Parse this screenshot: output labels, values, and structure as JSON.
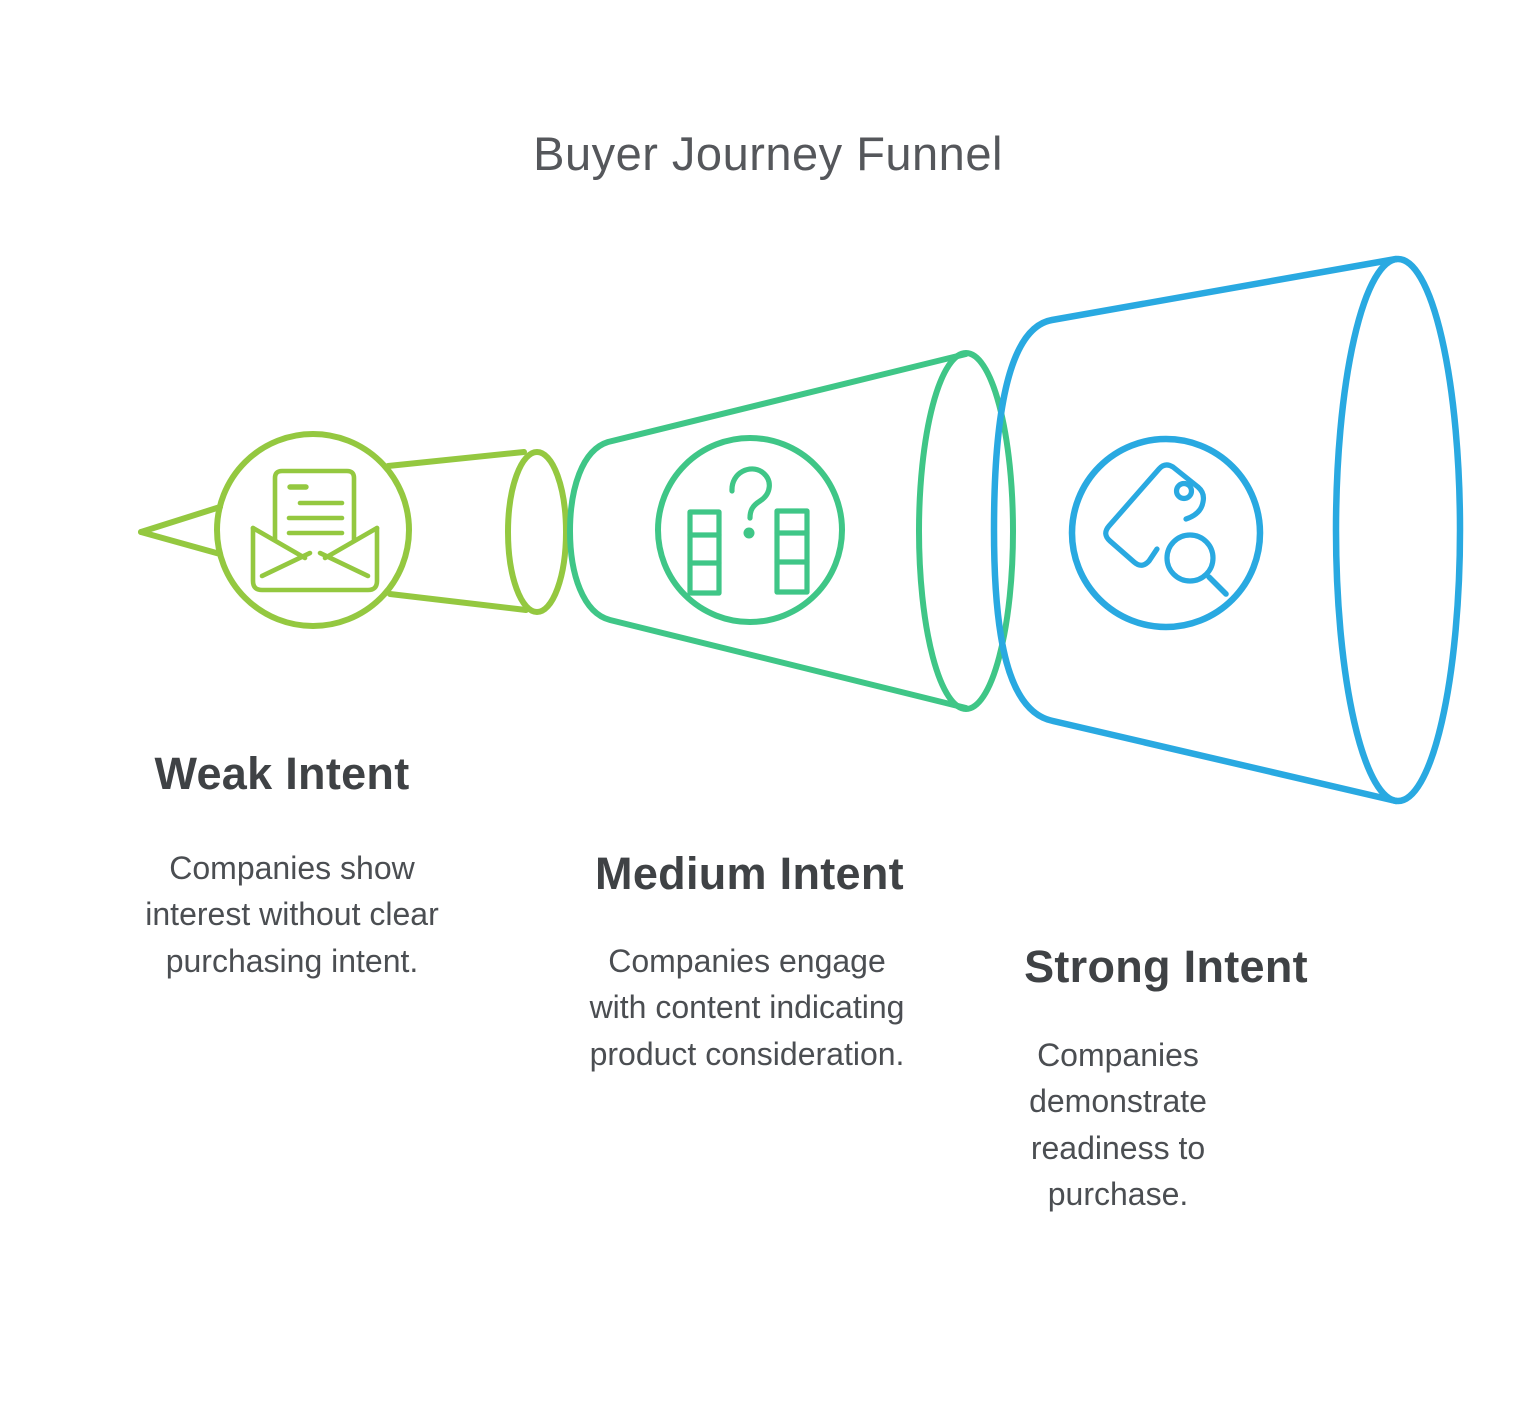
{
  "title": "Buyer Journey Funnel",
  "colors": {
    "weak": "#94C840",
    "medium": "#3FC687",
    "strong": "#29A9E1",
    "title_text": "#55575B",
    "heading_text": "#3F4245",
    "body_text": "#4B4E52"
  },
  "stages": [
    {
      "id": "weak",
      "label": "Weak Intent",
      "description": "Companies show interest without clear purchasing intent.",
      "icon": "open-envelope-letter-icon",
      "color": "#94C840"
    },
    {
      "id": "medium",
      "label": "Medium Intent",
      "description": "Companies engage with content indicating product consideration.",
      "icon": "comparison-question-icon",
      "color": "#3FC687"
    },
    {
      "id": "strong",
      "label": "Strong Intent",
      "description": "Companies demonstrate readiness to purchase.",
      "icon": "price-tag-search-icon",
      "color": "#29A9E1"
    }
  ]
}
